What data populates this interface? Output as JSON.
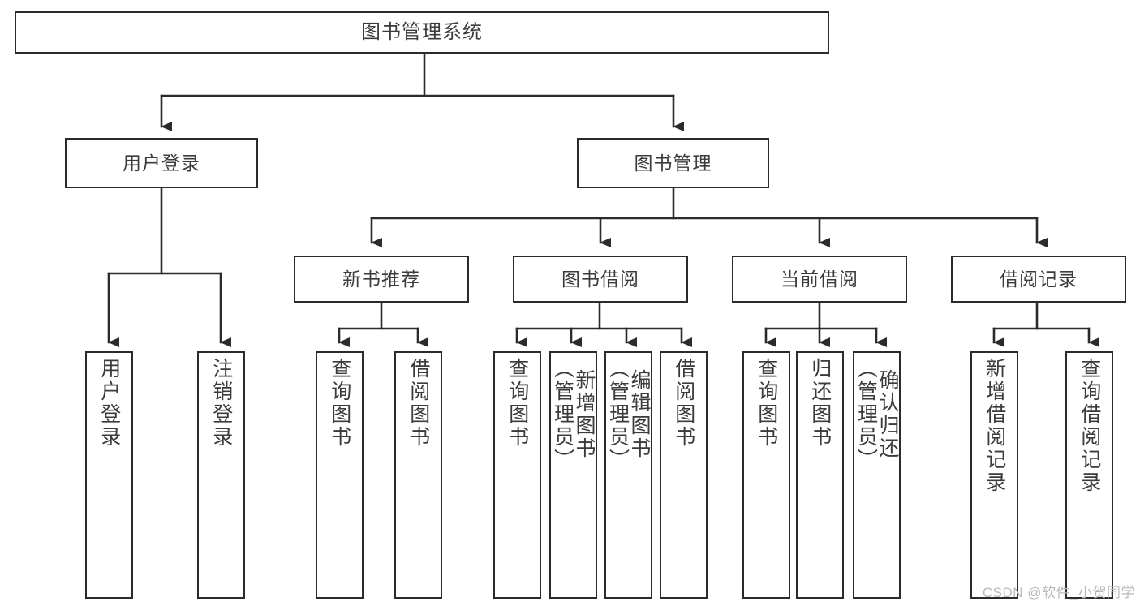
{
  "diagram": {
    "title": "图书管理系统",
    "type": "hierarchy-tree",
    "watermark": "CSDN @软件_小贺同学",
    "colors": {
      "box_border": "#2b2b2b",
      "box_fill": "#ffffff",
      "connector": "#2b2b2b",
      "text": "#3b3b3b",
      "watermark": "#b9b9b9",
      "background": "#ffffff"
    },
    "nodes": {
      "root": "图书管理系统",
      "level2": {
        "user_login": "用户登录",
        "book_manage": "图书管理"
      },
      "level3": {
        "new_book_recommend": "新书推荐",
        "book_borrow": "图书借阅",
        "current_borrow": "当前借阅",
        "borrow_record": "借阅记录"
      },
      "leaves": {
        "user_login_1": "用户登录",
        "user_login_2": "注销登录",
        "new_book_1": "查询图书",
        "new_book_2": "借阅图书",
        "borrow_1": "查询图书",
        "borrow_2": "新增图书\n（管理员）",
        "borrow_3": "编辑图书\n（管理员）",
        "borrow_4": "借阅图书",
        "current_1": "查询图书",
        "current_2": "归还图书",
        "current_3": "确认归还\n（管理员）",
        "record_1": "新增借阅记录",
        "record_2": "查询借阅记录"
      }
    }
  }
}
